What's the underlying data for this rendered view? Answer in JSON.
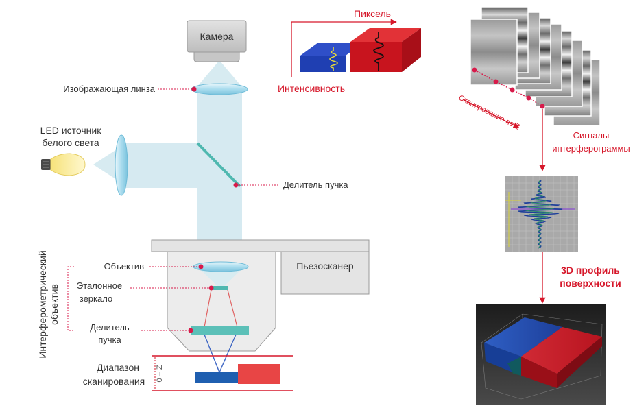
{
  "labels": {
    "camera": "Камера",
    "imaging_lens": "Изображающая линза",
    "led_line1": "LED источник",
    "led_line2": "белого света",
    "beam_splitter_top": "Делитель пучка",
    "piezo": "Пьезосканер",
    "objective": "Объектив",
    "ref_mirror_line1": "Эталонное",
    "ref_mirror_line2": "зеркало",
    "beam_splitter_bottom_line1": "Делитель",
    "beam_splitter_bottom_line2": "пучка",
    "scan_range_line1": "Диапазон",
    "scan_range_line2": "сканирования",
    "z_marker": "0 ‒ Z",
    "interf_objective_line1": "Интерферометрический",
    "interf_objective_line2": "объектив",
    "pixel": "Пиксель",
    "intensity": "Интенсивность",
    "z_scan": "Сканирование по Z",
    "signals_line1": "Сигналы",
    "signals_line2": "интерферограммы",
    "profile_line1": "3D профиль",
    "profile_line2": "поверхности"
  },
  "colors": {
    "accent_red": "#d6172a",
    "dot": "#d81a4a",
    "beam": "#cfe6ee",
    "lens": "#8fd0e6",
    "teal": "#4fb8b0",
    "blue_block": "#1f5fb0",
    "red_block": "#e84545"
  }
}
